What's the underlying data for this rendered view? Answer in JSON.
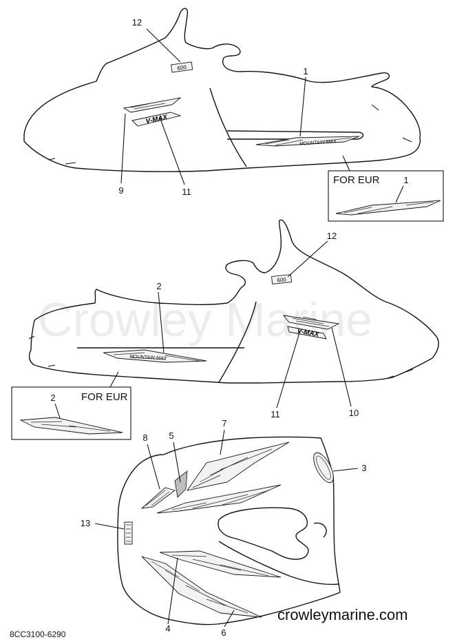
{
  "watermark": "Crowley Marine",
  "website": "crowleymarine.com",
  "diagram_code": "8CC3100-6290",
  "eur_box_label": "FOR EUR",
  "badge_text": "600",
  "mountain_max_text": "MOUNTAIN MAX",
  "vmax_text": "V-MAX",
  "callouts": {
    "top_view": [
      "12",
      "1",
      "9",
      "11"
    ],
    "top_eur": "1",
    "middle_view": [
      "12",
      "2",
      "11",
      "10"
    ],
    "middle_eur": "2",
    "hood_view": [
      "8",
      "5",
      "7",
      "3",
      "13",
      "4",
      "6"
    ]
  }
}
